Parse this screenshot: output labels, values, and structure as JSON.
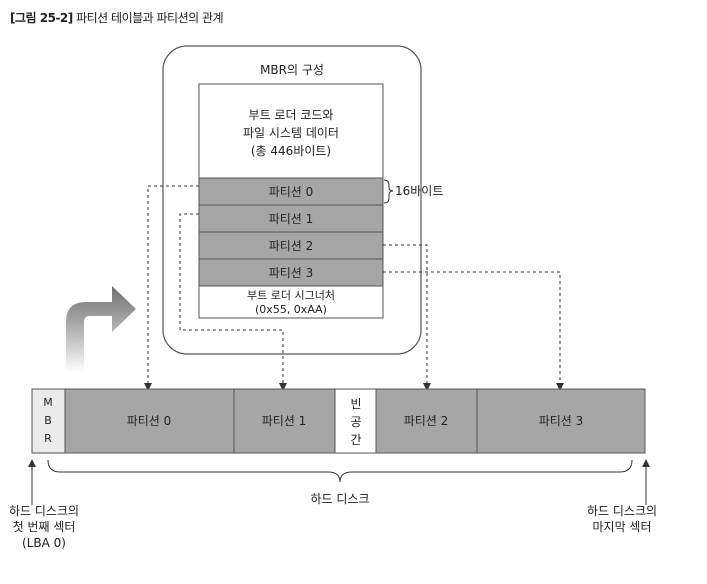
{
  "figure": {
    "number": "[그림 25-2]",
    "title": "파티션 테이블과 파티션의 관계"
  },
  "mbr_structure": {
    "title": "MBR의 구성",
    "boot_code_lines": [
      "부트 로더 코드와",
      "파일 시스템 데이터",
      "(총 446바이트)"
    ],
    "entries": [
      "파티션 0",
      "파티션 1",
      "파티션 2",
      "파티션 3"
    ],
    "entry_size_note": "16바이트",
    "signature_lines": [
      "부트 로더 시그너처",
      "(0x55, 0xAA)"
    ]
  },
  "disk": {
    "mbr_label_chars": [
      "M",
      "B",
      "R"
    ],
    "segments": [
      "파티션 0",
      "파티션 1",
      "파티션 2",
      "파티션 3"
    ],
    "empty_space_chars": [
      "빈",
      "공",
      "간"
    ],
    "brace_label": "하드 디스크",
    "first_sector_lines": [
      "하드 디스크의",
      "첫 번째 섹터",
      "(LBA 0)"
    ],
    "last_sector_lines": [
      "하드 디스크의",
      "마지막 섹터"
    ]
  },
  "colors": {
    "partition_fill": "#a6a6a6",
    "mbr_fill": "#ebebeb",
    "border": "#555555",
    "arrow_gradient_top": "#6f6f6f"
  }
}
